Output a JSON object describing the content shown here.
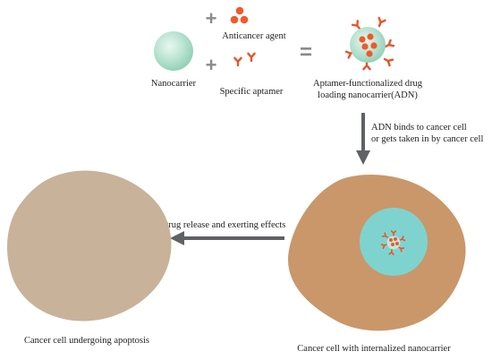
{
  "labels": {
    "nanocarrier": "Nanocarrier",
    "anticancer_agent": "Anticancer agent",
    "specific_aptamer": "Specific aptamer",
    "adn_line1": "Aptamer-functionalized drug",
    "adn_line2": "loading nanocarrier(ADN)",
    "binds_line1": "ADN binds to cancer cell",
    "binds_line2": "or gets taken in by cancer cell",
    "release": "Drug release and exerting effects",
    "apoptosis": "Cancer cell undergoing apoptosis",
    "internalized": "Cancer cell with internalized nanocarrier"
  },
  "symbols": {
    "plus": "+",
    "equals": "="
  },
  "colors": {
    "drug": "#ee5a2a",
    "aptamer": "#e8532b",
    "nanocarrier": "#a7dcc6",
    "nucleus": "#7fd3ce",
    "cell_active": "#c9976a",
    "cell_apoptotic": "#c8b29a",
    "arrow": "#5f6164",
    "operator": "#8a8a8a"
  }
}
